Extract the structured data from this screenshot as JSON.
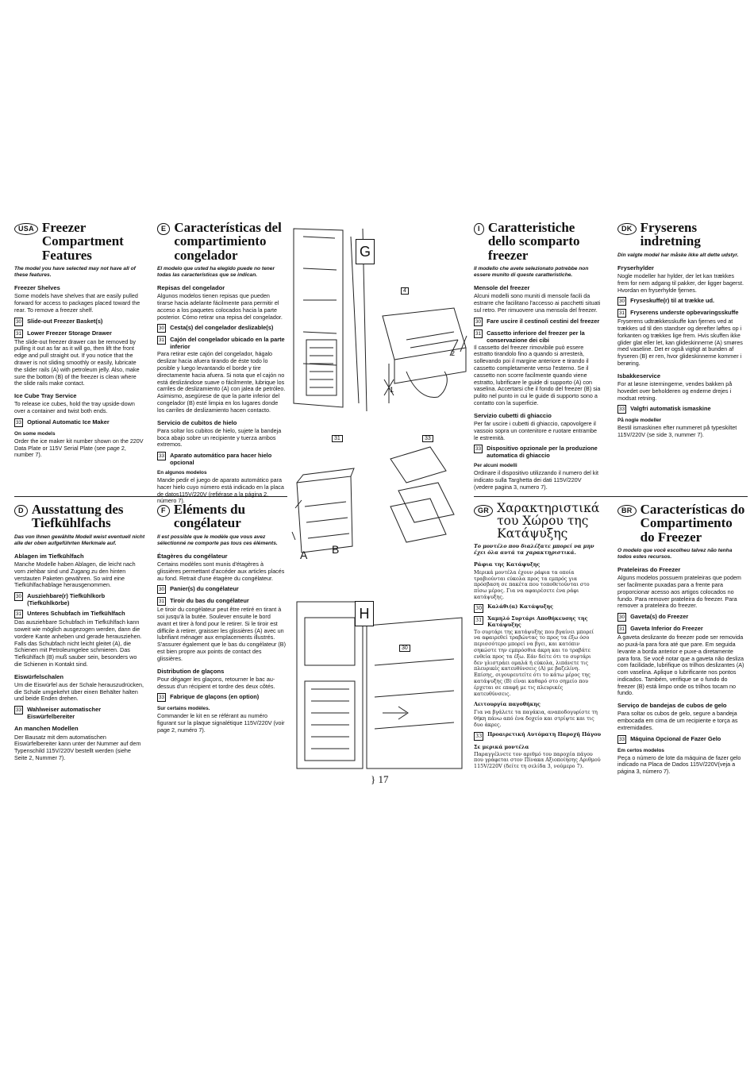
{
  "page_number": "} 17",
  "figures": {
    "g": "G",
    "h": "H",
    "a": "A",
    "b": "B",
    "n30": "30",
    "n31": "31",
    "n33": "33",
    "n4": "4",
    "n1": "1",
    "n2": "2"
  },
  "usa": {
    "badge": "USA",
    "title": "Freezer Compartment Features",
    "intro": "The model you have selected may not have all of these features.",
    "shelves_heading": "Freezer Shelves",
    "shelves_text": "Some models have shelves that are easily pulled forward for access to packages placed toward the rear. To remove a freezer shelf.",
    "item30": "Slide-out Freezer Basket(s)",
    "item31": "Lower Freezer Storage Drawer",
    "drawer_text": "The slide-out freezer drawer can be removed by pulling it out as far as it will go, then lift the front edge and pull straight out. If you notice that the drawer is not sliding smoothly or easily, lubricate the slider rails (A) with petroleum jelly. Also, make sure the bottom (B) of the freezer is clean where the slide rails make contact.",
    "ice_heading": "Ice Cube Tray Service",
    "ice_text": "To release ice cubes, hold the tray upside-down over a container and twist both ends.",
    "item33": "Optional Automatic Ice Maker",
    "some_models": "On some models",
    "some_text": "Order the ice maker kit number shown on the 220V Data Plate or 115V Serial Plate (see page 2, number 7)."
  },
  "es": {
    "badge": "E",
    "title": "Características del compartimiento congelador",
    "intro": "El modelo que usted ha elegido puede no tener todas las características que se indican.",
    "shelves_heading": "Repisas del congelador",
    "shelves_text": "Algunos modelos tienen repisas que pueden tirarse hacia adelante fácilmente para permitir el acceso a los paquetes colocados hacia la parte posterior. Cómo retirar una repisa del congelador.",
    "item30": "Cesta(s) del congelador deslizable(s)",
    "item31": "Cajón del congelador ubicado en la parte inferior",
    "drawer_text": "Para retirar este cajón del congelador, hágalo deslizar hacia afuera tirando de éste todo lo posible y luego levantando el borde y tire directamente hacia afuera. Si nota que el cajón no está deslizándose suave o fácilmente, lubrique los carriles de deslizamiento (A) con jalea de petróleo. Asimismo, asegúrese de que la parte inferior del congelador (B) esté limpia en los lugares donde los carriles de deslizamiento hacen contacto.",
    "ice_heading": "Servicio de cubitos de hielo",
    "ice_text": "Para soltar los cubitos de hielo, sujete la bandeja boca abajo sobre un recipiente y tuerza ambos extremos.",
    "item33": "Aparato automático para hacer hielo opcional",
    "some_models": "En algunos modelos",
    "some_text": "Mande pedir el juego de aparato automático para hacer hielo cuyo número está indicado en la placa de datos115V/220V (refiérase a la página 2, número 7)."
  },
  "it": {
    "badge": "I",
    "title": "Caratteristiche dello scomparto freezer",
    "intro": "Il modello che avete selezionato potrebbe non essere munito di queste caratteristiche.",
    "shelves_heading": "Mensole del freezer",
    "shelves_text": "Alcuni modelli sono muniti di mensole facili da estrarre che facilitano l'accesso ai pacchetti situati sul retro. Per rimuovere una mensola del freezer.",
    "item30": "Fare uscire il cestino/i cestini del freezer",
    "item31": "Cassetto inferiore del freezer per la conservazione dei cibi",
    "drawer_text": "Il cassetto del freezer rimovibile può essere estratto tirandolo fino a quando si arresterà, sollevando poi il margine anteriore e tirando il cassetto completamente verso l'esterno. Se il cassetto non scorre facilmente quando viene estratto, lubrificare le guide di supporto (A) con vaselina. Accertarsi che il fondo del freezer (B) sia pulito nel punto in cui le guide di supporto sono a contatto con la superficie.",
    "ice_heading": "Servizio cubetti di ghiaccio",
    "ice_text": "Per far uscire i cubetti di ghiaccio, capovolgere il vassoio sopra un contenitore e ruotare entrambe le estremità.",
    "item33": "Dispositivo opzionale per la produzione automatica di ghiaccio",
    "some_models": "Per alcuni modelli",
    "some_text": "Ordinare il dispositivo utilizzando il numero del kit indicato sulla Targhetta dei dati 115V/220V (vedere pagina 3, numero 7)."
  },
  "dk": {
    "badge": "DK",
    "title": "Fryserens indretning",
    "intro": "Din valgte model har måske ikke alt dette udstyr.",
    "shelves_heading": "Fryserhylder",
    "shelves_text": "Nogle modeller har hylder, der let kan trækkes frem for nem adgang til pakker, der ligger bagerst. Hvordan en fryserhylde fjernes.",
    "item30": "Fryseskuffe(r) til at trække ud.",
    "item31": "Fryserens underste opbevaringsskuffe",
    "drawer_text": "Fryserens udtrækkesskuffe kan fjernes ved at trækkes ud til den standser og derefter løftes op i forkanten og trækkes lige frem. Hvis skuffen ikke glider glat eller let, kan glideskinnerne (A) smøres med vaseline. Det er også vigtigt at bunden af fryseren (B) er ren, hvor glideskinnerne kommer i berøring.",
    "ice_heading": "Isbakkeservice",
    "ice_text": "For at løsne isterningerne, vendes bakken på hovedet over beholderen og enderne drejes i modsat retning.",
    "item33": "Valgfri automatisk ismaskine",
    "some_models": "På nogle modeller",
    "some_text": "Bestil ismaskinen efter nummeret på typeskiltet 115V/220V (se side 3, nummer 7)."
  },
  "de": {
    "badge": "D",
    "title": "Ausstattung des Tiefkühlfachs",
    "intro": "Das von Ihnen gewählte Modell weist eventuell nicht alle der oben aufgeführten Merkmale auf.",
    "shelves_heading": "Ablagen im Tiefkühlfach",
    "shelves_text": "Manche Modelle haben Ablagen, die leicht nach vorn ziehbar sind und Zugang zu den hinten verstauten Paketen gewähren. So wird eine Tiefkühlfachablage herausgenommen.",
    "item30": "Ausziehbare(r) Tiefkühlkorb (Tiefkühlkörbe)",
    "item31": "Unteres Schubfach im Tiefkühlfach",
    "drawer_text": "Das ausziehbare Schubfach im Tiefkühlfach kann soweit wie möglich ausgezogen werden, dann die vordere Kante anheben und gerade herausziehen. Falls das Schubfach nicht leicht gleitet (A), die Schienen mit Petroleumgelee schmieren. Das Tiefkühlfach (B) muß sauber sein, besonders wo die Schienen in Kontakt sind.",
    "ice_heading": "Eiswürfelschalen",
    "ice_text": "Um die Eiswürfel aus der Schale herauszudrücken, die Schale umgekehrt über einen Behälter halten und beide Enden drehen.",
    "item33": "Wahlweiser automatischer Eiswürfelbereiter",
    "some_models": "An manchen Modellen",
    "some_text": "Der Bausatz mit dem automatischen Eiswürfelbereiter kann unter der Nummer auf dem Typenschild 115V/220V bestellt werden (siehe Seite 2, Nummer 7)."
  },
  "fr": {
    "badge": "F",
    "title": "Eléments du congélateur",
    "intro": "Il est possible que le modèle que vous avez sélectionné ne comporte pas tous ces éléments.",
    "shelves_heading": "Étagères du congélateur",
    "shelves_text": "Certains modèles sont munis d'étagères à glissières permettant d'accéder aux articles placés au fond. Retrait d'une étagère du congélateur.",
    "item30": "Panier(s) du congélateur",
    "item31": "Tiroir du bas du congélateur",
    "drawer_text": "Le tiroir du congélateur peut être retiré en tirant à soi jusqu'à la butée. Soulever ensuite le bord avant et tirer à fond pour le retirer. Si le tiroir est difficile à retirer, graisser les glissières (A) avec un lubrifiant ménager aux emplacements illustrés. S'assurer également que le bas du congélateur (B) est bien propre aux points de contact des glissières.",
    "ice_heading": "Distribution de glaçons",
    "ice_text": "Pour dégager les glaçons, retourner le bac au-dessus d'un récipient et tordre des deux côtés.",
    "item33": "Fabrique de glaçons (en option)",
    "some_models": "Sur certains modèles.",
    "some_text": "Commander le kit en se référant au numéro figurant sur la plaque signalétique 115V/220V (voir page 2, numéro 7)."
  },
  "gr": {
    "badge": "GR",
    "title": "Χαρακτηριστικά του Χώρου της Κατάψυξης",
    "intro": "Το μοντέλο που διαλέξατε μπορεί να μην έχει όλα αυτά τα χαρακτηριστικά.",
    "shelves_heading": "Ράφια της Κατάψυξης",
    "shelves_text": "Μερικά μοντέλα έχουν ράφια τα οποία τραβιούνται εύκολα προς τα εμπρός για πρόσβαση σε πακέτα που τοποθετούνται στο πίσω μέρος. Για να αφαιρέσετε ένα ράφι κατάψυξης.",
    "item30": "Καλάθι(α) Κατάψυξης",
    "item31": "Χαμηλό Συρτάρι Αποθήκευσης της Κατάψυξης",
    "drawer_text": "Το συρτάρι της κατάψυξης που βγαίνει μπορεί να αφαιρεθεί τραβώντας το προς τα έξω όσο περισσότερο μπορεί να βγει, και κατόπιν σηκώστε την εμπρόσθια άκρη και το τραβάτε ευθεία προς τα έξω. Εάν δείτε ότι το συρτάρι δεν γλιστράει ομαλά ή εύκολα, λιπάνετε τις πλευρικές κατευθύνσεις (Α) με βαζελίνη. Επίσης, σιγουρευτείτε ότι το κάτω μέρος της κατάψυξης (Β) είναι καθαρό στο σημείο που έρχεται σε επαφή με τις πλευρικές κατευθύνσεις.",
    "ice_heading": "Λειτουργία παγοθήκης",
    "ice_text": "Για να βγάλετε τα παγάκια, αναποδογυρίστε τη θήκη πάνω από ένα δοχείο και στρίψτε και τις δυο άκρες.",
    "item33": "Προαιρετική Αυτόματη Παροχή Πάγου",
    "some_models": "Σε μερικά μοντέλα",
    "some_text": "Παραγγέλνετε τον αριθμό του παροχέα πάγου που γράφεται στον Πίνακα Αξιοποίησης Αριθμού 115V/220V (δείτε τη σελίδα 3, νούμερο 7)."
  },
  "br": {
    "badge": "BR",
    "title": "Características do Compartimento do Freezer",
    "intro": "O modelo que você escolheu talvez não tenha todos estes recursos.",
    "shelves_heading": "Prateleiras do Freezer",
    "shelves_text": "Alguns modelos possuem prateleiras que podem ser facilmente puxadas para a frente para proporcionar acesso aos artigos colocados no fundo. Para remover prateleira do freezer. Para remover a prateleira do freezer.",
    "item30": "Gaveta(s) do Freezer",
    "item31": "Gaveta Inferior do Freezer",
    "drawer_text": "A gaveta deslizante do freezer pode ser removida ao puxá-la para fora até que pare. Em seguida levante a borda anterior e puxe-a diretamente para fora. Se você notar que a gaveta não desliza com facilidade, lubrifique os trilhos deslizantes (A) com vaselina. Aplique o lubrificante nos pontos indicados. Também, verifique se o fundo do freezer (B) está limpo onde os trilhos tocam no fundo.",
    "ice_heading": "Serviço de bandejas de cubos de gelo",
    "ice_text": "Para soltar os cubos de gelo, segure a bandeja embocada em cima de um recipiente e torça as extremidades.",
    "item33": "Máquina Opcional de Fazer Gelo",
    "some_models": "Em certos modelos",
    "some_text": "Peça o número de lote da máquina de fazer gelo indicado na Placa de Dados 115V/220V(veja a página 3, número 7)."
  }
}
